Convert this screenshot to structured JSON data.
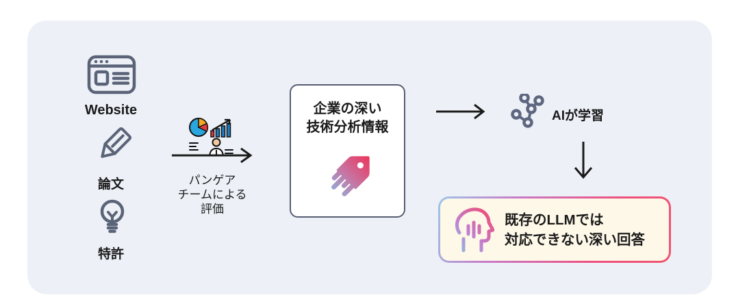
{
  "card": {
    "bg": "#EDF1F7"
  },
  "sources": {
    "website_label": "Website",
    "papers_label": "論文",
    "patents_label": "特許"
  },
  "evaluation": {
    "line1": "パンゲア",
    "line2": "チームによる",
    "line3": "評価"
  },
  "analysis_box": {
    "title_line1": "企業の深い",
    "title_line2": "技術分析情報"
  },
  "learning": {
    "label": "AIが学習"
  },
  "answer_box": {
    "line1": "既存のLLMでは",
    "line2": "対応できない深い回答"
  },
  "icons": {
    "website": "browser-icon",
    "papers": "pen-icon",
    "patents": "lightbulb-icon",
    "evaluation": "analytics-icon",
    "analysis": "tag-icon",
    "learning": "network-icon",
    "answer": "head-profile-icon",
    "flow": [
      "arrow-right-icon",
      "arrow-right-icon",
      "arrow-down-icon"
    ]
  },
  "colors": {
    "card_bg": "#EDF1F7",
    "icon_slate": "#5B6378",
    "box_border": "#565C72",
    "answer_bg": "#FDF8E8",
    "gradient_blue": "#9FC6E8",
    "gradient_purple": "#C77BC8",
    "gradient_pink": "#EE4F7E",
    "arrow_black": "#1A1A1A",
    "pie_blue": "#2AA5DE",
    "pie_orange": "#F5A623",
    "pie_red": "#E23B3B"
  }
}
